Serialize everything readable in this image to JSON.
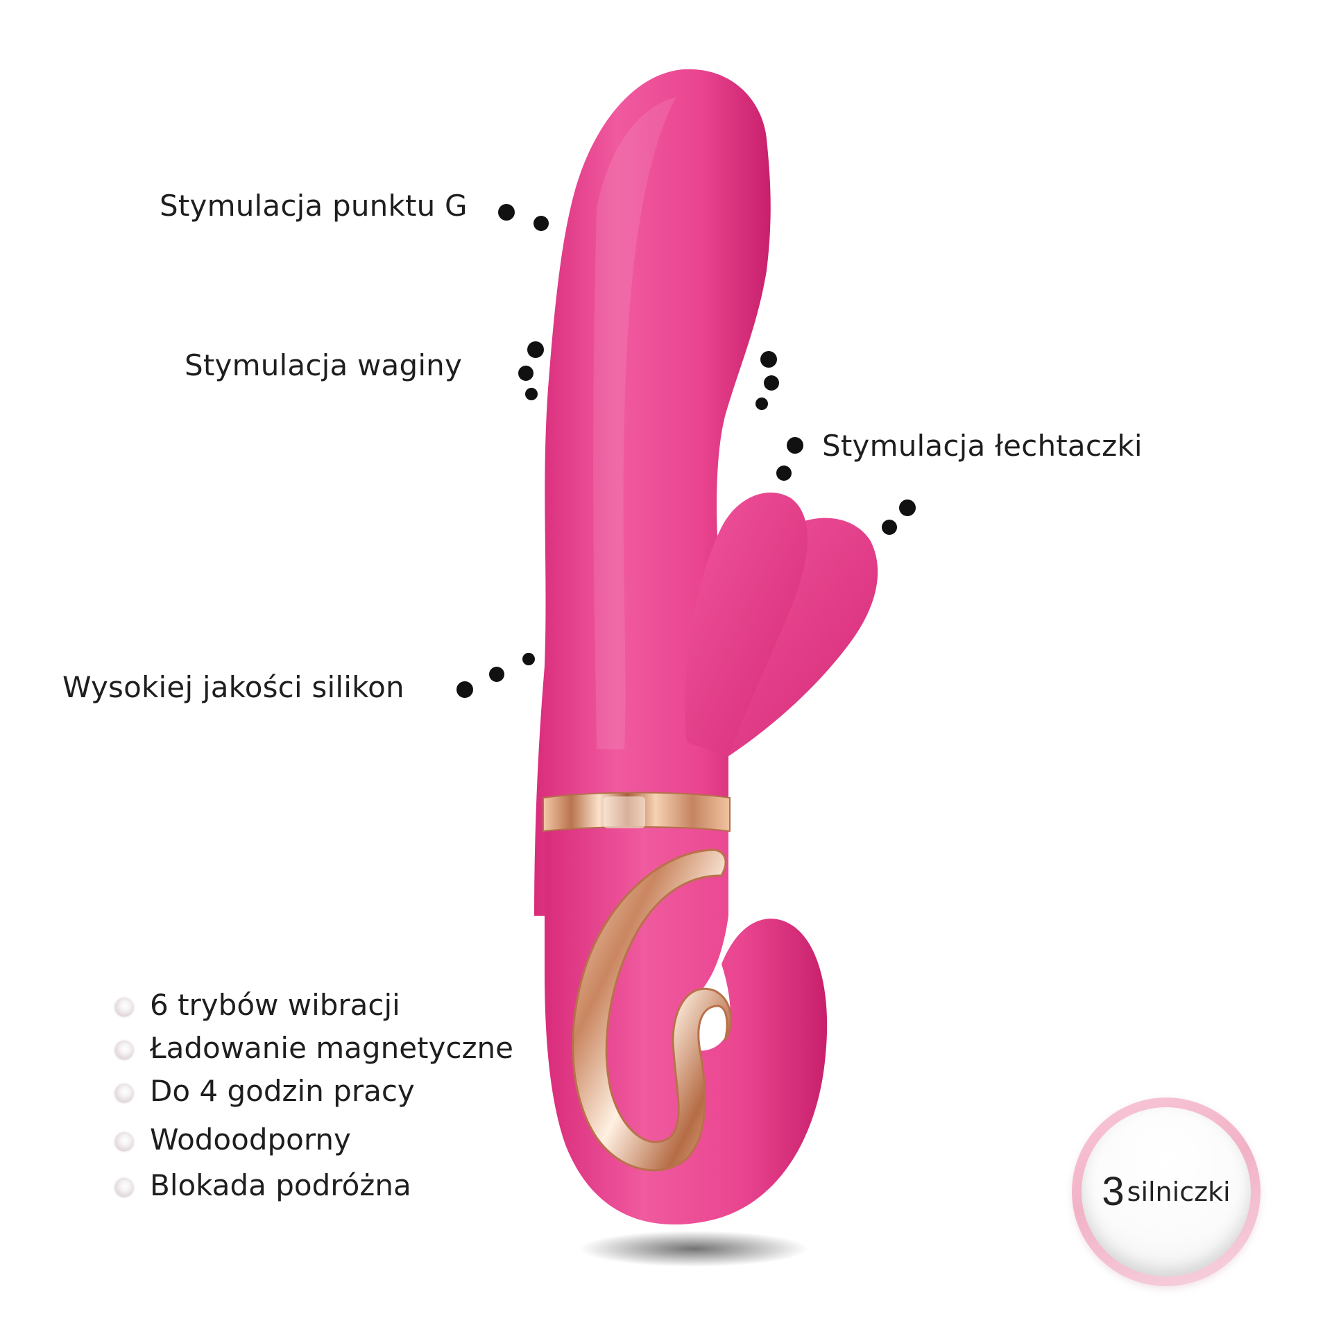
{
  "callouts": {
    "gspot": "Stymulacja punktu G",
    "vagina": "Stymulacja waginy",
    "clit": "Stymulacja łechtaczki",
    "silicone": "Wysokiej jakości silikon"
  },
  "features": [
    "6 trybów wibracji",
    "Ładowanie magnetyczne",
    "Do 4 godzin pracy",
    "Wodoodporny",
    "Blokada podróżna"
  ],
  "badge": {
    "number": "3",
    "word": "silniczki"
  },
  "colors": {
    "body_pink": "#ea3f8e",
    "gold": "#d79a78",
    "dots": "#111111",
    "badge_ring": "#f2b2c6"
  }
}
